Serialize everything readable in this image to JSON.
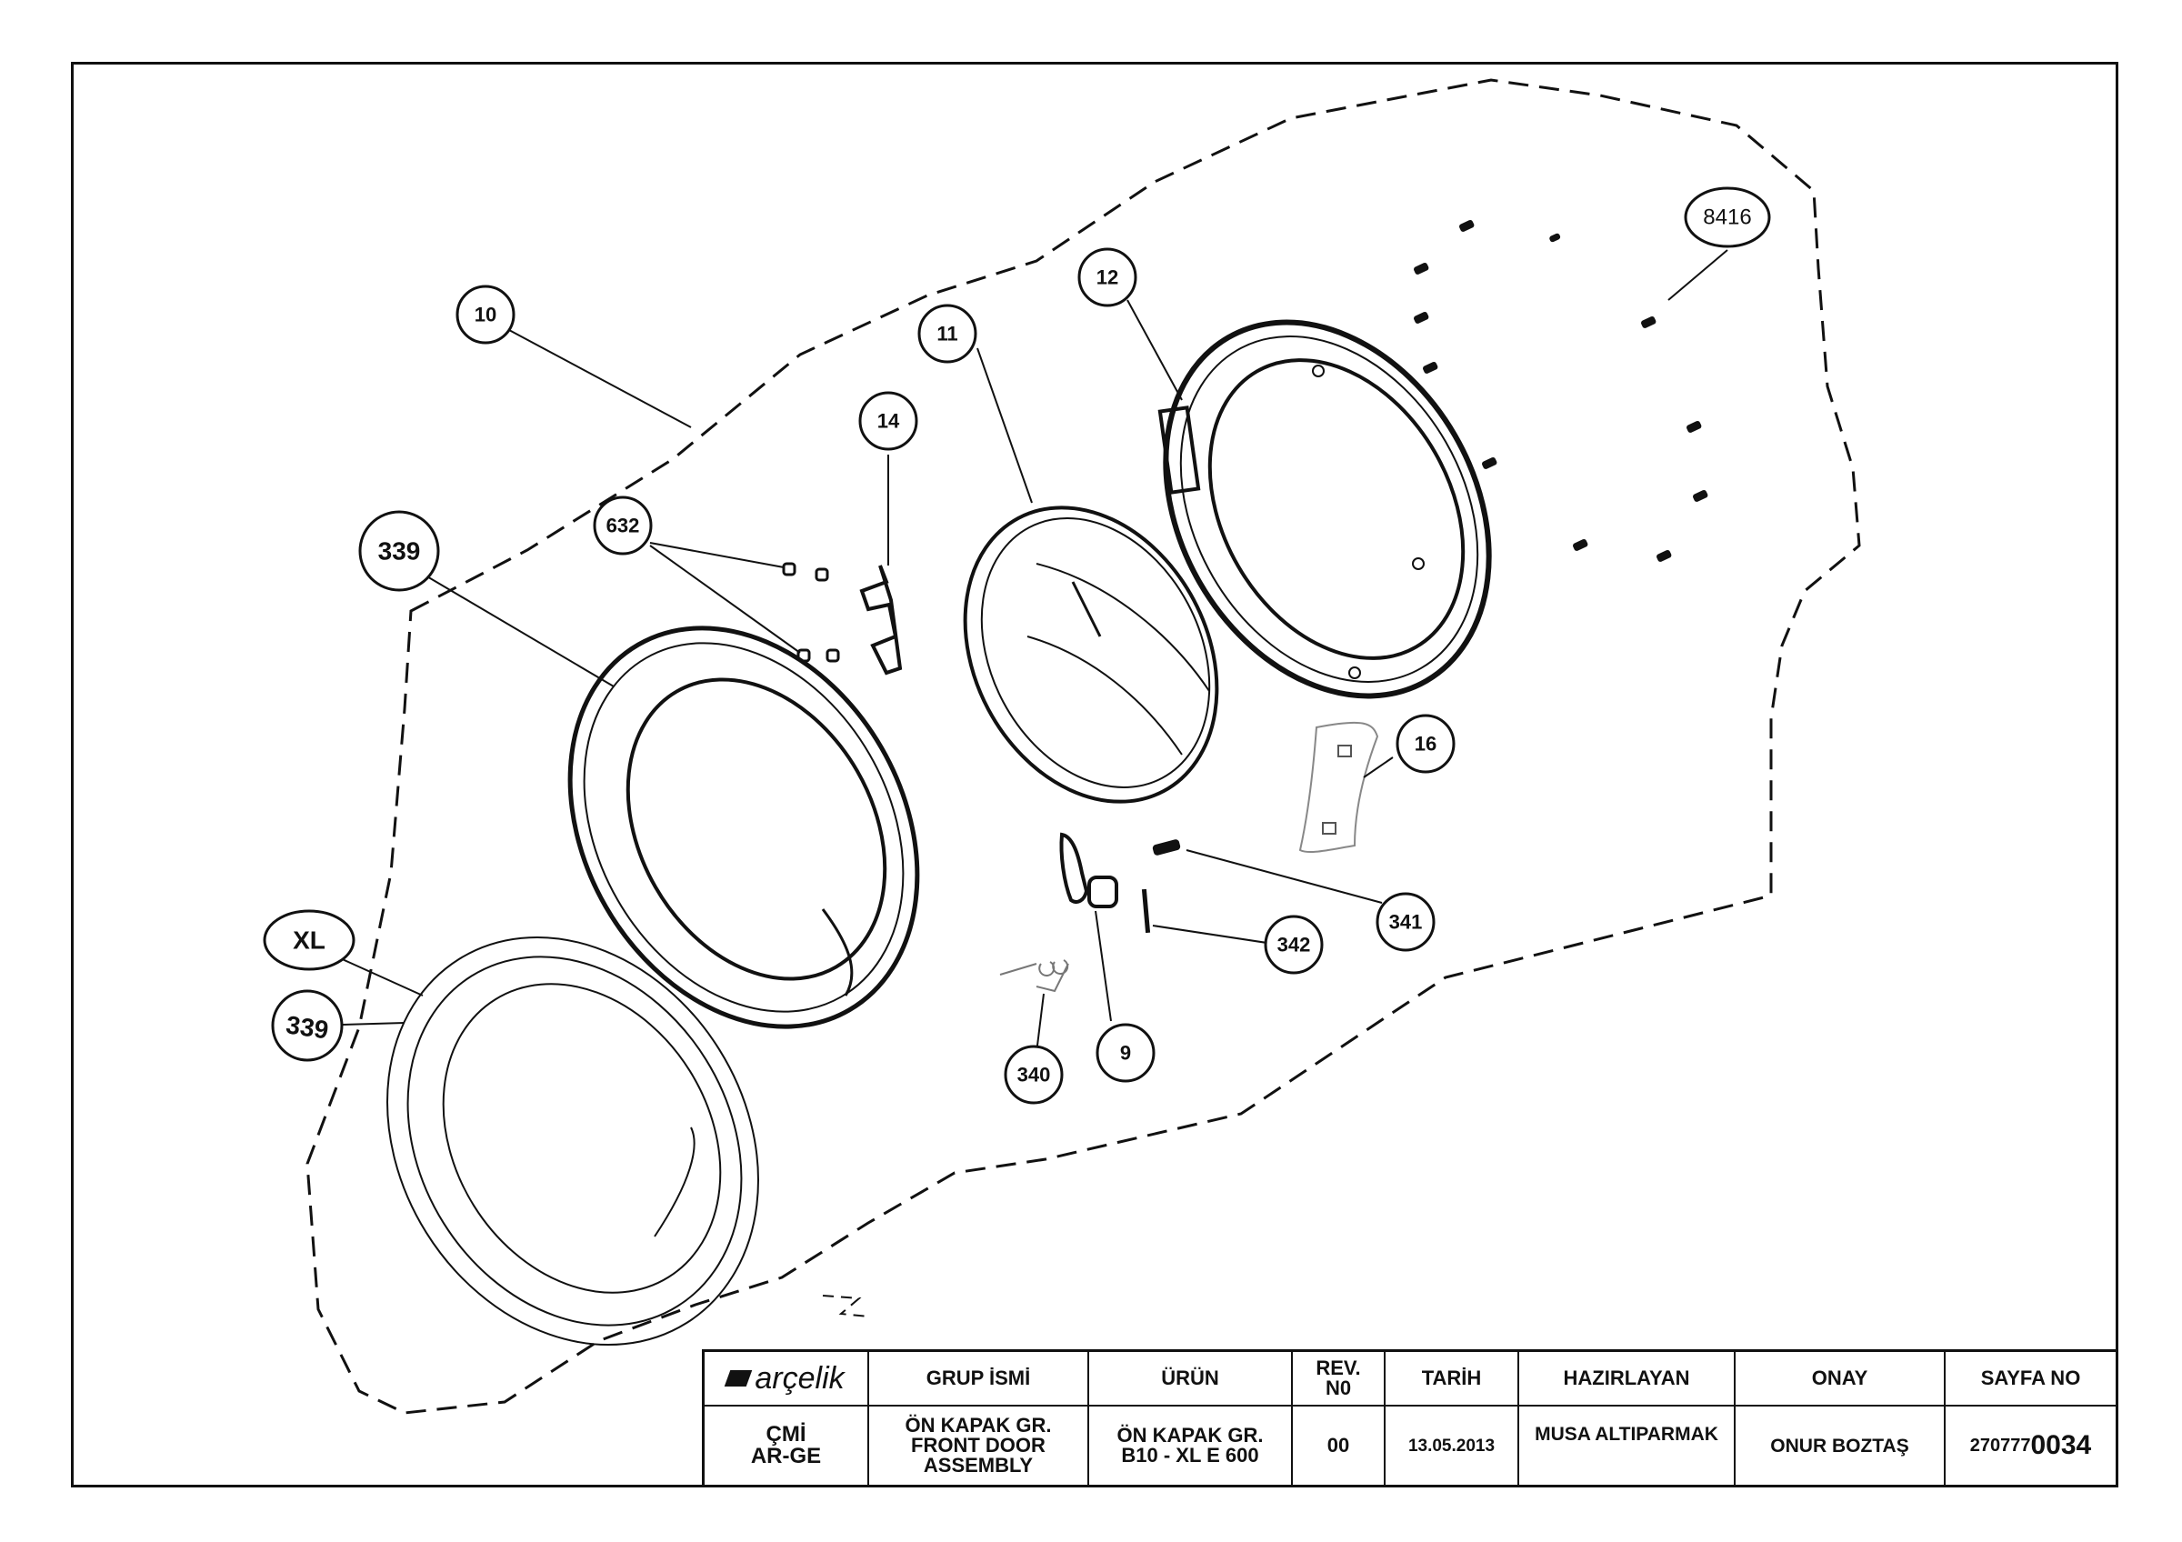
{
  "callouts": {
    "c10": "10",
    "c11": "11",
    "c12": "12",
    "c14": "14",
    "c16": "16",
    "c632": "632",
    "c339a": "339",
    "c339b": "339",
    "cXL": "XL",
    "c8416": "8416",
    "c9": "9",
    "c340": "340",
    "c341": "341",
    "c342": "342"
  },
  "title_block": {
    "logo": "arçelik",
    "group_header": "GRUP İSMİ",
    "product_header": "ÜRÜN",
    "rev_header_1": "REV.",
    "rev_header_2": "N0",
    "date_header": "TARİH",
    "prepared_header": "HAZIRLAYAN",
    "approval_header": "ONAY",
    "page_header": "SAYFA NO",
    "dept_1": "ÇMİ",
    "dept_2": "AR-GE",
    "group_1": "ÖN KAPAK GR.",
    "group_2": "FRONT DOOR",
    "group_3": "ASSEMBLY",
    "product_1": "ÖN KAPAK GR.",
    "product_2": "B10 - XL E 600",
    "rev_value": "00",
    "date_value": "13.05.2013",
    "prepared_value": "MUSA ALTIPARMAK",
    "approval_value": "ONUR BOZTAŞ",
    "page_prefix": "270777",
    "page_suffix": "0034"
  }
}
